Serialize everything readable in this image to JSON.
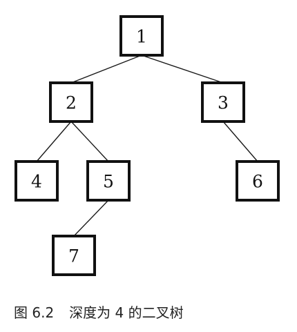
{
  "diagram": {
    "nodes": [
      {
        "id": "1",
        "label": "1"
      },
      {
        "id": "2",
        "label": "2"
      },
      {
        "id": "3",
        "label": "3"
      },
      {
        "id": "4",
        "label": "4"
      },
      {
        "id": "5",
        "label": "5"
      },
      {
        "id": "6",
        "label": "6"
      },
      {
        "id": "7",
        "label": "7"
      }
    ],
    "edges": [
      {
        "from": "1",
        "to": "2"
      },
      {
        "from": "1",
        "to": "3"
      },
      {
        "from": "2",
        "to": "4"
      },
      {
        "from": "2",
        "to": "5"
      },
      {
        "from": "3",
        "to": "6"
      },
      {
        "from": "5",
        "to": "7"
      }
    ]
  },
  "caption": {
    "figure_number": "图 6.2",
    "text": "深度为 4 的二叉树"
  }
}
